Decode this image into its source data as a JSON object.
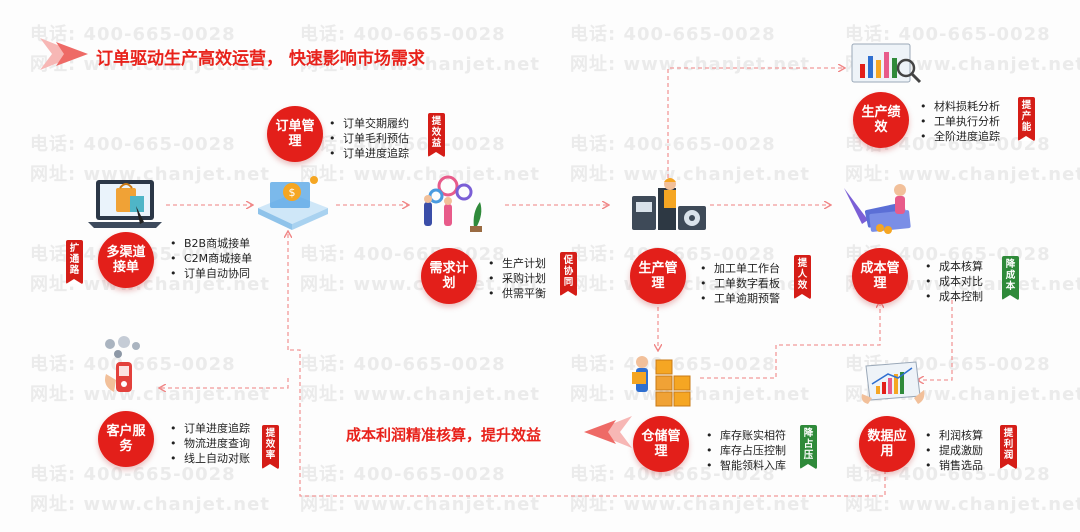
{
  "watermark": {
    "phone": "电话: 400-665-0028",
    "site": "网址: www.chanjet.net"
  },
  "titles": {
    "top": "订单驱动生产高效运营， 快速影响市场需求",
    "bottom": "成本利润精准核算，提升效益"
  },
  "nodes": {
    "order_mgmt": {
      "label": "订单管理",
      "items": [
        "订单交期履约",
        "订单毛利预估",
        "订单进度追踪"
      ],
      "tag": "提效益"
    },
    "multi_channel": {
      "label": "多渠道接单",
      "items": [
        "B2B商城接单",
        "C2M商城接单",
        "订单自动协同"
      ],
      "tag": "扩通路"
    },
    "demand_plan": {
      "label": "需求计划",
      "items": [
        "生产计划",
        "采购计划",
        "供需平衡"
      ],
      "tag": "促协同"
    },
    "production_mgmt": {
      "label": "生产管理",
      "items": [
        "加工单工作台",
        "工单数字看板",
        "工单逾期预警"
      ],
      "tag": "提人效"
    },
    "production_perf": {
      "label": "生产绩效",
      "items": [
        "材料损耗分析",
        "工单执行分析",
        "全阶进度追踪"
      ],
      "tag": "提产能"
    },
    "cost_mgmt": {
      "label": "成本管理",
      "items": [
        "成本核算",
        "成本对比",
        "成本控制"
      ],
      "tag": "降成本"
    },
    "warehouse_mgmt": {
      "label": "仓储管理",
      "items": [
        "库存账实相符",
        "库存占压控制",
        "智能领料入库"
      ],
      "tag": "降占压"
    },
    "data_app": {
      "label": "数据应用",
      "items": [
        "利润核算",
        "提成激励",
        "销售选品"
      ],
      "tag": "提利润"
    },
    "customer_service": {
      "label": "客户服务",
      "items": [
        "订单进度追踪",
        "物流进度查询",
        "线上自动对账"
      ],
      "tag": "提效率"
    }
  },
  "colors": {
    "accent": "#e31f1a",
    "tag_red": "#d51d17",
    "tag_green": "#2f8a3a",
    "connector": "#f29a9a"
  },
  "icons": [
    "laptop-shopping-icon",
    "platform-coin-icon",
    "team-gears-icon",
    "factory-worker-icon",
    "analytics-board-icon",
    "money-chart-icon",
    "warehouse-boxes-icon",
    "data-screen-icon",
    "handheld-service-icon"
  ]
}
